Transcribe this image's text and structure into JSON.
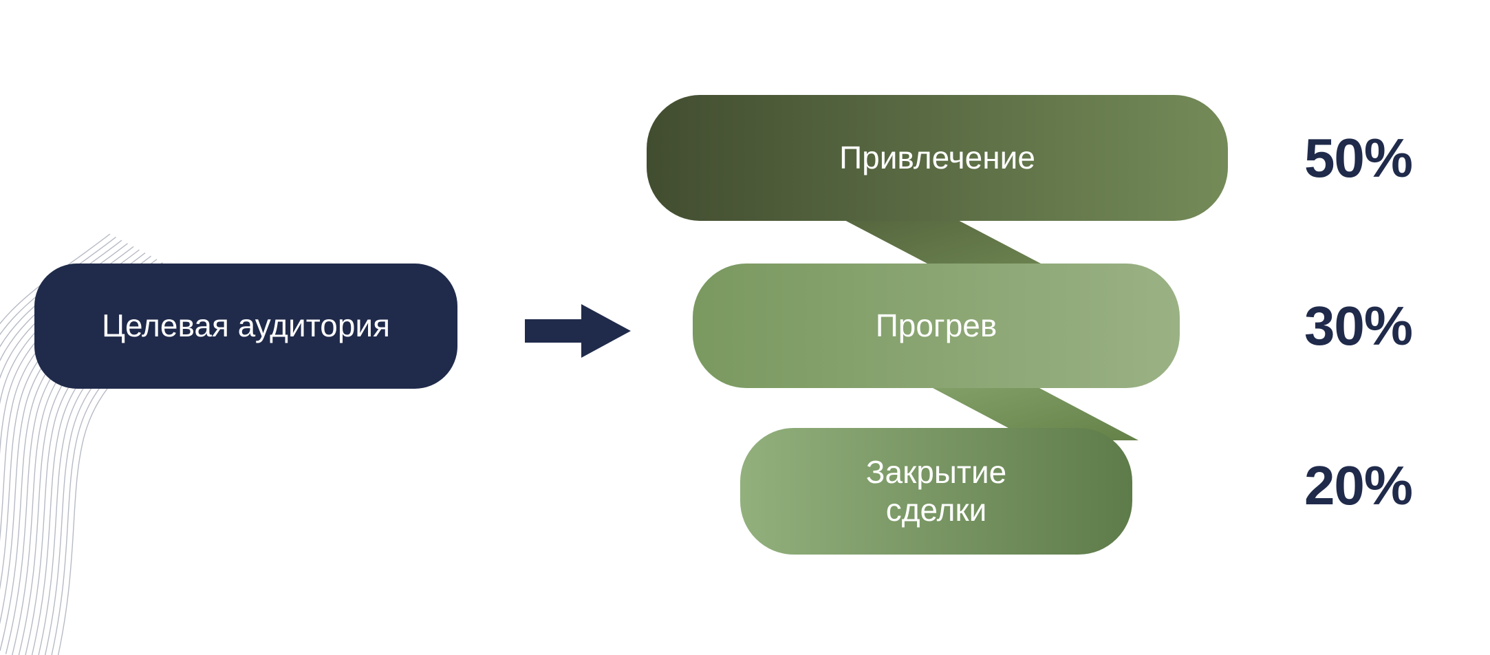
{
  "source": {
    "label": "Целевая аудитория"
  },
  "funnel": {
    "stages": [
      {
        "label": "Привлечение",
        "percent": "50%",
        "colors": {
          "from": "#424d30",
          "to": "#748b58"
        }
      },
      {
        "label": "Прогрев",
        "percent": "30%",
        "colors": {
          "from": "#7a9960",
          "to": "#9ab184"
        }
      },
      {
        "label": "Закрытие сделки",
        "percent": "20%",
        "colors": {
          "from": "#92b07c",
          "to": "#5e7b4a"
        }
      }
    ],
    "connectors": [
      {
        "from": "#515f3b",
        "to": "#6f8852"
      },
      {
        "from": "#87a56d",
        "to": "#648148"
      }
    ]
  },
  "colors": {
    "navy": "#202b4b",
    "background": "#ffffff",
    "decor_line": "#b6bac4"
  }
}
